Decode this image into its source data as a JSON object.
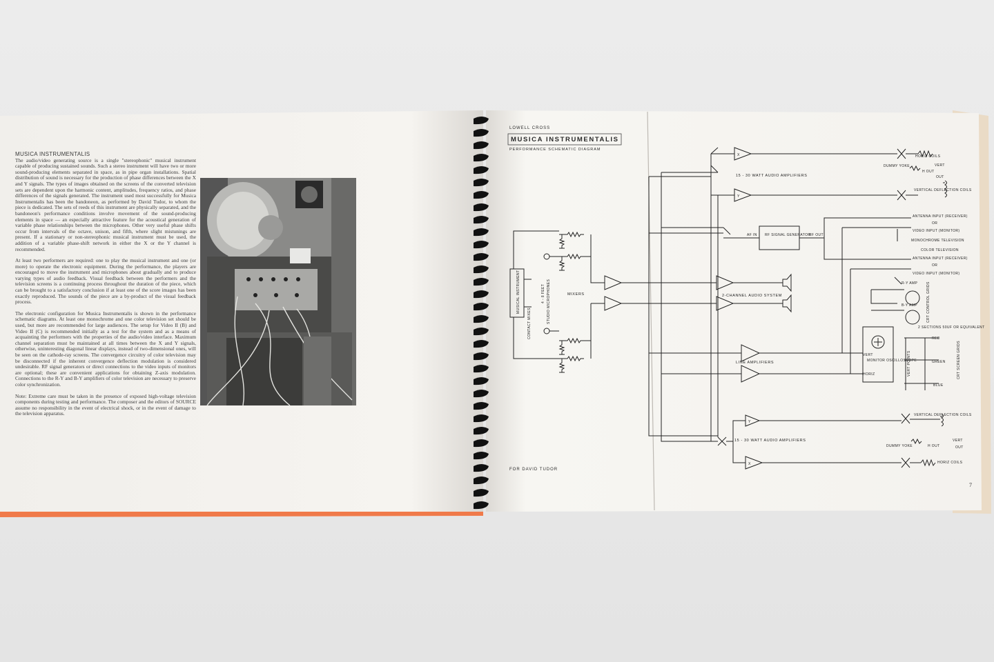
{
  "left_page": {
    "heading": "MUSICA INSTRUMENTALIS",
    "paragraphs": [
      "The audio/video generating source is a single \"stereophonic\" musical instrument capable of producing sustained sounds. Such a stereo instrument will have two or more sound-producing elements separated in space, as in pipe organ installations. Spatial distribution of sound is necessary for the production of phase differences between the X and Y signals. The types of images obtained on the screens of the converted television sets are dependent upon the harmonic content, amplitudes, frequency ratios, and phase differences of the signals generated. The instrument used most successfully for Musica Instrumentalis has been the bandoneon, as performed by David Tudor, to whom the piece is dedicated. The sets of reeds of this instrument are physically separated, and the bandoneon's performance conditions involve movement of the sound-producing elements in space — an especially attractive feature for the acoustical generation of variable phase relationships between the microphones. Other very useful phase shifts occur from intervals of the octave, unison, and fifth, where slight mistunings are present. If a stationary or non-stereophonic musical instrument must be used, the addition of a variable phase-shift network in either the X or the Y channel is recommended.",
      "At least two performers are required: one to play the musical instrument and one (or more) to operate the electronic equipment. During the performance, the players are encouraged to move the instrument and microphones about gradually and to produce varying types of audio feedback. Visual feedback between the performers and the television screens is a continuing process throughout the duration of the piece, which can be brought to a satisfactory conclusion if at least one of the score images has been exactly reproduced. The sounds of the piece are a by-product of the visual feedback process.",
      "The electronic configuration for Musica Instrumentalis is shown in the performance schematic diagrams. At least one monochrome and one color television set should be used, but more are recommended for large audiences. The setup for Video II (B) and Video II (C) is recommended initially as a test for the system and as a means of acquainting the performers with the properties of the audio/video interface. Maximum channel separation must be maintained at all times between the X and Y signals, otherwise, uninteresting diagonal linear displays, instead of two-dimensional ones, will be seen on the cathode-ray screens. The convergence circuitry of color television may be disconnected if the inherent convergence deflection modulation is considered undesirable. RF signal generators or direct connections to the video inputs of monitors are optional; these are convenient applications for obtaining Z-axis modulation. Connections to the R-Y and B-Y amplifiers of color television are necessary to preserve color synchronization.",
      "Note: Extreme care must be taken in the presence of exposed high-voltage television components during testing and performance. The composer and the editors of SOURCE assume no responsibility in the event of electrical shock, or in the event of damage to the television apparatus."
    ]
  },
  "right_page": {
    "author": "LOWELL CROSS",
    "title": "MUSICA INSTRUMENTALIS",
    "subtitle": "PERFORMANCE SCHEMATIC DIAGRAM",
    "dedication": "FOR DAVID TUDOR",
    "page_number": "7"
  },
  "schematic": {
    "musical_instrument": "MUSICAL INSTRUMENT",
    "contact_mixes": "CONTACT MIXES",
    "studio_microphones": "STUDIO MICROPHONES",
    "distance": "4 - 8 FEET",
    "mixers": "MIXERS",
    "amps_top": "15 - 30 WATT AUDIO AMPLIFIERS",
    "amps_bottom": "15 - 30 WATT AUDIO AMPLIFIERS",
    "x": "X",
    "y": "Y",
    "horiz_coils": "HORIZ COILS",
    "dummy_yoke": "DUMMY YOKE",
    "h_out": "H OUT",
    "vert": "VERT",
    "out": "OUT",
    "vertical_deflection_coils": "VERTICAL DEFLECTION COILS",
    "af_in": "AF IN",
    "rf_generator": "RF SIGNAL GENERATOR",
    "rf_out": "RF OUT",
    "antenna_input_receiver": "ANTENNA INPUT (RECEIVER)",
    "or": "OR",
    "video_input_monitor": "VIDEO INPUT (MONITOR)",
    "monochrome_television": "MONOCHROME TELEVISION",
    "color_television": "COLOR TELEVISION",
    "r_y_amp": "R-Y AMP",
    "b_y_amp": "B-Y AMP",
    "crt_control_grids": "CRT CONTROL GRIDS",
    "two_channel_audio": "2-CHANNEL AUDIO SYSTEM",
    "line_amplifiers": "LINE AMPLIFIERS",
    "monitor_oscilloscope": "MONITOR OSCILLOSCOPE",
    "vert_in": "VERT",
    "horiz_in": "HORIZ",
    "red": "RED",
    "green": "GREEN",
    "blue": "BLUE",
    "crt_screen_grids": "CRT SCREEN GRIDS",
    "vert_points": "VERT POINTS",
    "sections_equivalent": "2 SECTIONS 50UF OR EQUIVALENT"
  },
  "colors": {
    "background": "#e9e9e9",
    "page": "#f7f5f1",
    "ink": "#222222",
    "cover_edge": "#f07a4a",
    "spiral": "#111111"
  }
}
